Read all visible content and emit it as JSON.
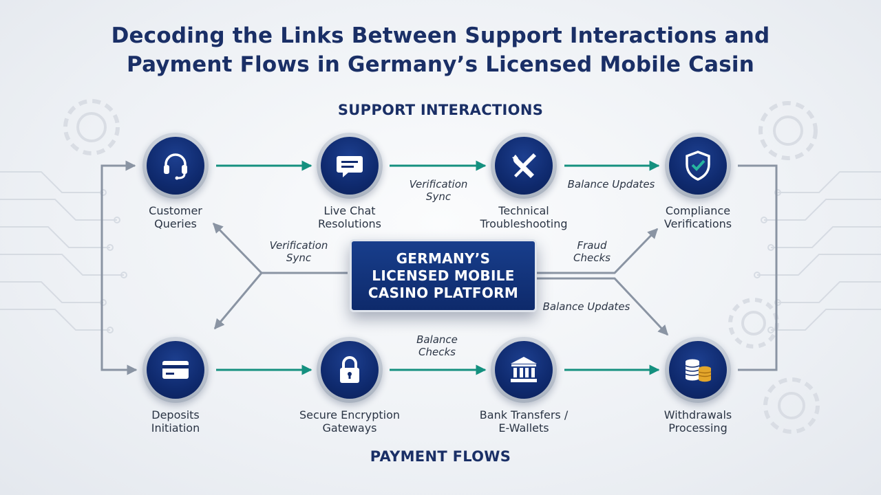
{
  "title": {
    "line1": "Decoding the Links Between Support Interactions and",
    "line2": "Payment Flows in Germany’s Licensed Mobile Casin"
  },
  "sections": {
    "support": "SUPPORT INTERACTIONS",
    "payment": "PAYMENT FLOWS"
  },
  "center": {
    "text": "GERMANY’S\nLICENSED MOBILE\nCASINO PLATFORM"
  },
  "support_nodes": [
    {
      "label": "Customer\nQueries",
      "icon": "headset-icon"
    },
    {
      "label": "Live Chat\nResolutions",
      "icon": "chat-bubble-icon"
    },
    {
      "label": "Technical\nTroubleshooting",
      "icon": "wrench-screwdriver-icon"
    },
    {
      "label": "Compliance\nVerifications",
      "icon": "shield-check-icon"
    }
  ],
  "payment_nodes": [
    {
      "label": "Deposits\nInitiation",
      "icon": "credit-card-icon"
    },
    {
      "label": "Secure Encryption\nGateways",
      "icon": "padlock-icon"
    },
    {
      "label": "Bank Transfers /\nE-Wallets",
      "icon": "bank-icon"
    },
    {
      "label": "Withdrawals\nProcessing",
      "icon": "coin-stacks-icon"
    }
  ],
  "edge_labels": {
    "top_verification": "Verification\nSync",
    "top_balance": "Balance Updates",
    "left_verification": "Verification\nSync",
    "fraud": "Fraud\nChecks",
    "right_balance": "Balance Updates",
    "balance_checks": "Balance\nChecks"
  },
  "colors": {
    "navy": "#0f2a6e",
    "teal_arrow": "#14907f",
    "grey_connector": "#8a94a3"
  }
}
